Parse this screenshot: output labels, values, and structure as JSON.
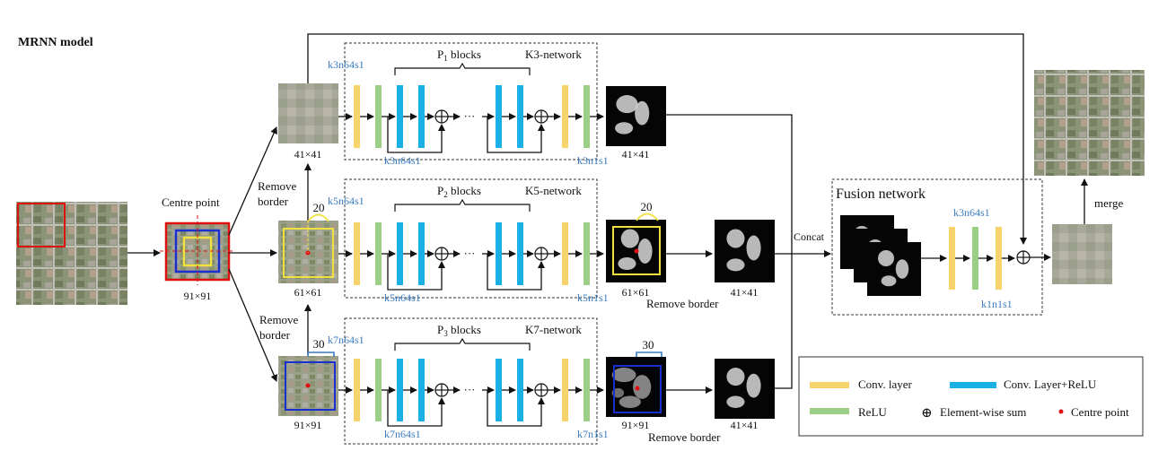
{
  "title": "MRNN model",
  "colors": {
    "conv": "#f7d46b",
    "conv_relu": "#1ab0e6",
    "relu": "#9ccf86",
    "centre": "#e01010",
    "label_blue": "#3a7bbf",
    "yellow_box": "#f0e040",
    "blue_box": "#1a2fd0",
    "red_box": "#e01010"
  },
  "input": {
    "size_label": "91×91",
    "centre_point_label": "Centre point"
  },
  "branches": [
    {
      "network": "K3-network",
      "blocks_label_base": "P",
      "blocks_sub": "1",
      "blocks_suffix": " blocks",
      "top_conv_label": "k3n64s1",
      "res_conv_label": "k3n64s1",
      "out_conv_label": "k3n1s1",
      "input_size": "41×41",
      "output_size": "41×41"
    },
    {
      "network": "K5-network",
      "blocks_label_base": "P",
      "blocks_sub": "2",
      "blocks_suffix": " blocks",
      "top_conv_label": "k5n64s1",
      "res_conv_label": "k5n64s1",
      "out_conv_label": "k5n1s1",
      "input_size": "61×61",
      "output_size": "61×61",
      "cropped_size": "41×41",
      "border": "20",
      "remove_border": "Remove border"
    },
    {
      "network": "K7-network",
      "blocks_label_base": "P",
      "blocks_sub": "3",
      "blocks_suffix": " blocks",
      "top_conv_label": "k7n64s1",
      "res_conv_label": "k7n64s1",
      "out_conv_label": "k7n1s1",
      "input_size": "91×91",
      "output_size": "91×91",
      "cropped_size": "41×41",
      "border": "30",
      "remove_border": "Remove border"
    }
  ],
  "side_labels": {
    "remove_border_a": "Remove",
    "remove_border_b": "border",
    "ellipsis": "···"
  },
  "fusion": {
    "title": "Fusion network",
    "conv_top_label": "k3n64s1",
    "conv_bottom_label": "k1n1s1",
    "concat_label": "Concat",
    "merge_label": "merge"
  },
  "legend": {
    "conv_layer": "Conv. layer",
    "conv_relu": "Conv. Layer+ReLU",
    "relu": "ReLU",
    "sum_symbol": "⊕",
    "sum": "Element-wise sum",
    "centre_point": "Centre point"
  }
}
